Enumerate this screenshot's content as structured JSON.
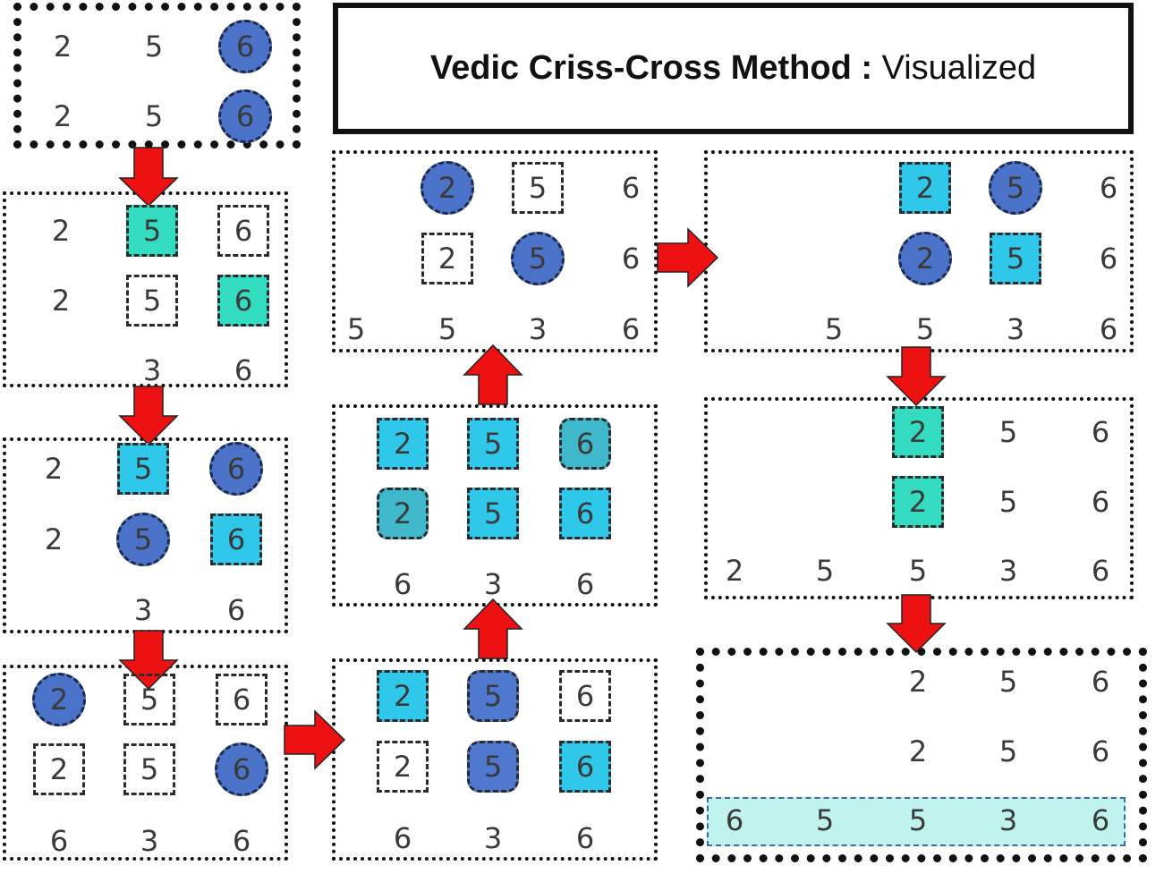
{
  "title": {
    "bold": "Vedic Criss-Cross Method :",
    "rest": " Visualized"
  },
  "colors": {
    "circle": "#4b73c9",
    "green_square": "#33dcc0",
    "cyan_square": "#2fc7ea",
    "arrow": "#ee1111",
    "result_highlight": "#bff3ec"
  },
  "panels": [
    {
      "id": "step-1",
      "cells": [
        [
          "2",
          "plain"
        ],
        [
          "5",
          "plain"
        ],
        [
          "6",
          "circle"
        ],
        [
          "2",
          "plain"
        ],
        [
          "5",
          "plain"
        ],
        [
          "6",
          "circle"
        ]
      ]
    },
    {
      "id": "step-2",
      "cells": [
        [
          "2",
          "plain"
        ],
        [
          "5",
          "green"
        ],
        [
          "6",
          "dashed"
        ],
        [
          "2",
          "plain"
        ],
        [
          "5",
          "dashed"
        ],
        [
          "6",
          "green"
        ],
        [
          "3",
          "plain"
        ],
        [
          "6",
          "plain"
        ]
      ]
    },
    {
      "id": "step-3",
      "cells": [
        [
          "2",
          "plain"
        ],
        [
          "5",
          "cyan"
        ],
        [
          "6",
          "circle"
        ],
        [
          "2",
          "plain"
        ],
        [
          "5",
          "circle"
        ],
        [
          "6",
          "cyan"
        ],
        [
          "3",
          "plain"
        ],
        [
          "6",
          "plain"
        ]
      ]
    },
    {
      "id": "step-4",
      "cells": [
        [
          "2",
          "circle"
        ],
        [
          "5",
          "dashed"
        ],
        [
          "6",
          "dashed"
        ],
        [
          "2",
          "dashed"
        ],
        [
          "5",
          "dashed"
        ],
        [
          "6",
          "circle"
        ],
        [
          "6",
          "plain"
        ],
        [
          "3",
          "plain"
        ],
        [
          "6",
          "plain"
        ]
      ]
    },
    {
      "id": "step-5",
      "cells": [
        [
          "2",
          "cyan"
        ],
        [
          "5",
          "blue"
        ],
        [
          "6",
          "dashed"
        ],
        [
          "2",
          "dashed"
        ],
        [
          "5",
          "blue"
        ],
        [
          "6",
          "cyan"
        ],
        [
          "6",
          "plain"
        ],
        [
          "3",
          "plain"
        ],
        [
          "6",
          "plain"
        ]
      ]
    },
    {
      "id": "step-6",
      "cells": [
        [
          "2",
          "cyan"
        ],
        [
          "5",
          "cyan"
        ],
        [
          "6",
          "teal"
        ],
        [
          "2",
          "teal"
        ],
        [
          "5",
          "cyan"
        ],
        [
          "6",
          "cyan"
        ],
        [
          "6",
          "plain"
        ],
        [
          "3",
          "plain"
        ],
        [
          "6",
          "plain"
        ]
      ]
    },
    {
      "id": "step-7",
      "cells": [
        [
          "2",
          "circle"
        ],
        [
          "5",
          "dashed"
        ],
        [
          "6",
          "plain"
        ],
        [
          "2",
          "dashed"
        ],
        [
          "5",
          "circle"
        ],
        [
          "6",
          "plain"
        ],
        [
          "5",
          "plain"
        ],
        [
          "5",
          "plain"
        ],
        [
          "3",
          "plain"
        ],
        [
          "6",
          "plain"
        ]
      ]
    },
    {
      "id": "step-8",
      "cells": [
        [
          "2",
          "cyan"
        ],
        [
          "5",
          "circle"
        ],
        [
          "6",
          "plain"
        ],
        [
          "2",
          "circle"
        ],
        [
          "5",
          "cyan"
        ],
        [
          "6",
          "plain"
        ],
        [
          "5",
          "plain"
        ],
        [
          "5",
          "plain"
        ],
        [
          "3",
          "plain"
        ],
        [
          "6",
          "plain"
        ]
      ]
    },
    {
      "id": "step-9",
      "cells": [
        [
          "2",
          "green"
        ],
        [
          "5",
          "plain"
        ],
        [
          "6",
          "plain"
        ],
        [
          "2",
          "green"
        ],
        [
          "5",
          "plain"
        ],
        [
          "6",
          "plain"
        ],
        [
          "2",
          "plain"
        ],
        [
          "5",
          "plain"
        ],
        [
          "5",
          "plain"
        ],
        [
          "3",
          "plain"
        ],
        [
          "6",
          "plain"
        ]
      ]
    },
    {
      "id": "step-10",
      "cells": [
        [
          "2",
          "plain"
        ],
        [
          "5",
          "plain"
        ],
        [
          "6",
          "plain"
        ],
        [
          "2",
          "plain"
        ],
        [
          "5",
          "plain"
        ],
        [
          "6",
          "plain"
        ],
        [
          "6",
          "plain"
        ],
        [
          "5",
          "plain"
        ],
        [
          "5",
          "plain"
        ],
        [
          "3",
          "plain"
        ],
        [
          "6",
          "plain"
        ]
      ]
    }
  ]
}
